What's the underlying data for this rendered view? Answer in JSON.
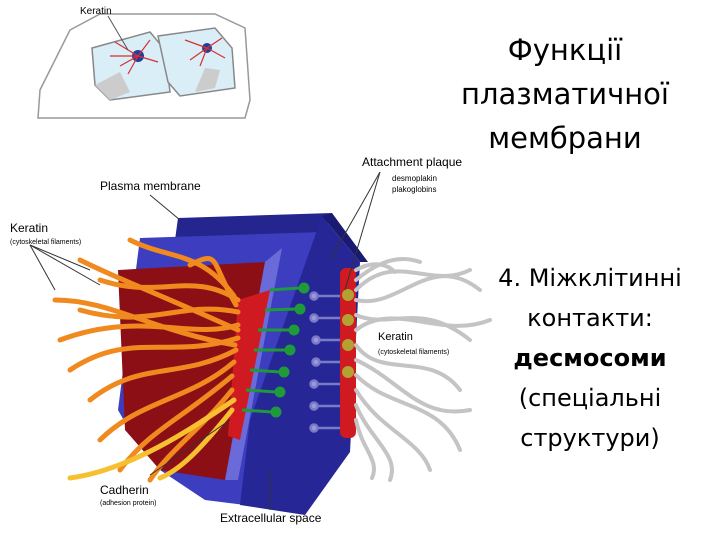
{
  "slide": {
    "title_lines": [
      "Функції",
      "плазматичної",
      "мембрани"
    ],
    "body_lines": {
      "heading": "4. Міжклітинні",
      "line2": "контакти:",
      "term": "десмосоми",
      "line4": "(спеціальні",
      "line5": "структури)"
    }
  },
  "diagram_labels": {
    "top_keratin": "Keratin",
    "attachment_plaque": "Attachment plaque",
    "desmoplakin": "desmoplakin",
    "plakoglobins": "plakoglobins",
    "plasma_membrane": "Plasma membrane",
    "keratin_left": "Keratin",
    "keratin_left_sub": "(cytoskeletal filaments)",
    "keratin_right": "Keratin",
    "keratin_right_sub": "(cytoskeletal filaments)",
    "cadherin": "Cadherin",
    "cadherin_sub": "(adhesion protein)",
    "extracellular_space": "Extracellular space"
  },
  "colors": {
    "membrane_blue": "#3a3ab8",
    "membrane_dark": "#1a1a80",
    "plaque_red": "#c0141e",
    "keratin_orange": "#f08a1e",
    "keratin_gray": "#c4c4c4",
    "cadherin_green": "#1f9a3a",
    "plaque_olive": "#b5a032"
  }
}
